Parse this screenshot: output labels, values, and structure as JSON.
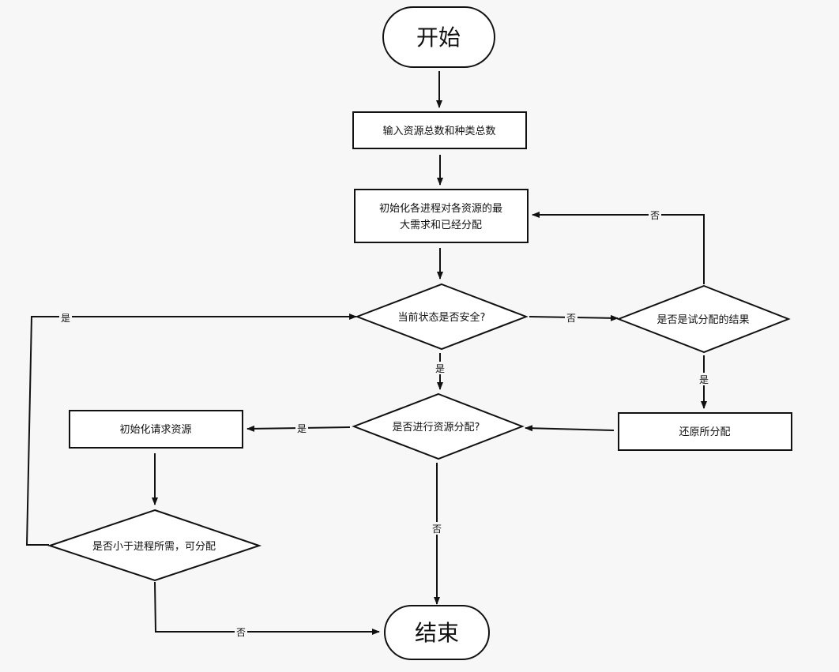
{
  "nodes": {
    "start": "开始",
    "end": "结束",
    "input_totals": "输入资源总数和种类总数",
    "init_max_line1": "初始化各进程对各资源的最",
    "init_max_line2": "大需求和已经分配",
    "is_safe": "当前状态是否安全?",
    "is_trial": "是否是试分配的结果",
    "restore": "还原所分配",
    "do_allocate": "是否进行资源分配?",
    "init_request": "初始化请求资源",
    "less_than_need": "是否小于进程所需，可分配"
  },
  "edge_labels": {
    "trial_no": "否",
    "safe_no": "否",
    "safe_yes": "是",
    "trial_yes": "是",
    "allocate_yes": "是",
    "allocate_no": "否",
    "less_yes": "是",
    "less_no": "否"
  }
}
